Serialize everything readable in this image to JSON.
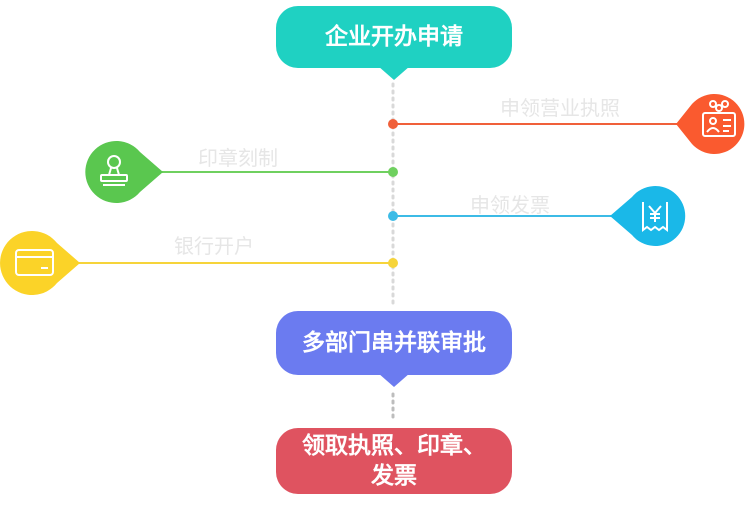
{
  "flow": {
    "start": {
      "label": "企业开办申请",
      "color": "#1fd1c2"
    },
    "branches": [
      {
        "key": "license",
        "label": "申领营业执照",
        "icon": "business-license-icon",
        "side": "right",
        "color": "#fa5a2f",
        "line_color": "#f0603a"
      },
      {
        "key": "seal",
        "label": "印章刻制",
        "icon": "stamp-icon",
        "side": "left",
        "color": "#5ac74f",
        "line_color": "#6fd05f"
      },
      {
        "key": "invoice",
        "label": "申领发票",
        "icon": "receipt-yen-icon",
        "side": "right",
        "color": "#1ab8e8",
        "line_color": "#3cbbe6"
      },
      {
        "key": "bank",
        "label": "银行开户",
        "icon": "bank-card-icon",
        "side": "left",
        "color": "#fbd328",
        "line_color": "#f6d43a"
      }
    ],
    "review": {
      "label": "多部门串并联审批",
      "color": "#6b7bf0"
    },
    "result": {
      "label": "领取执照、印章、发票",
      "color": "#df5360"
    }
  }
}
